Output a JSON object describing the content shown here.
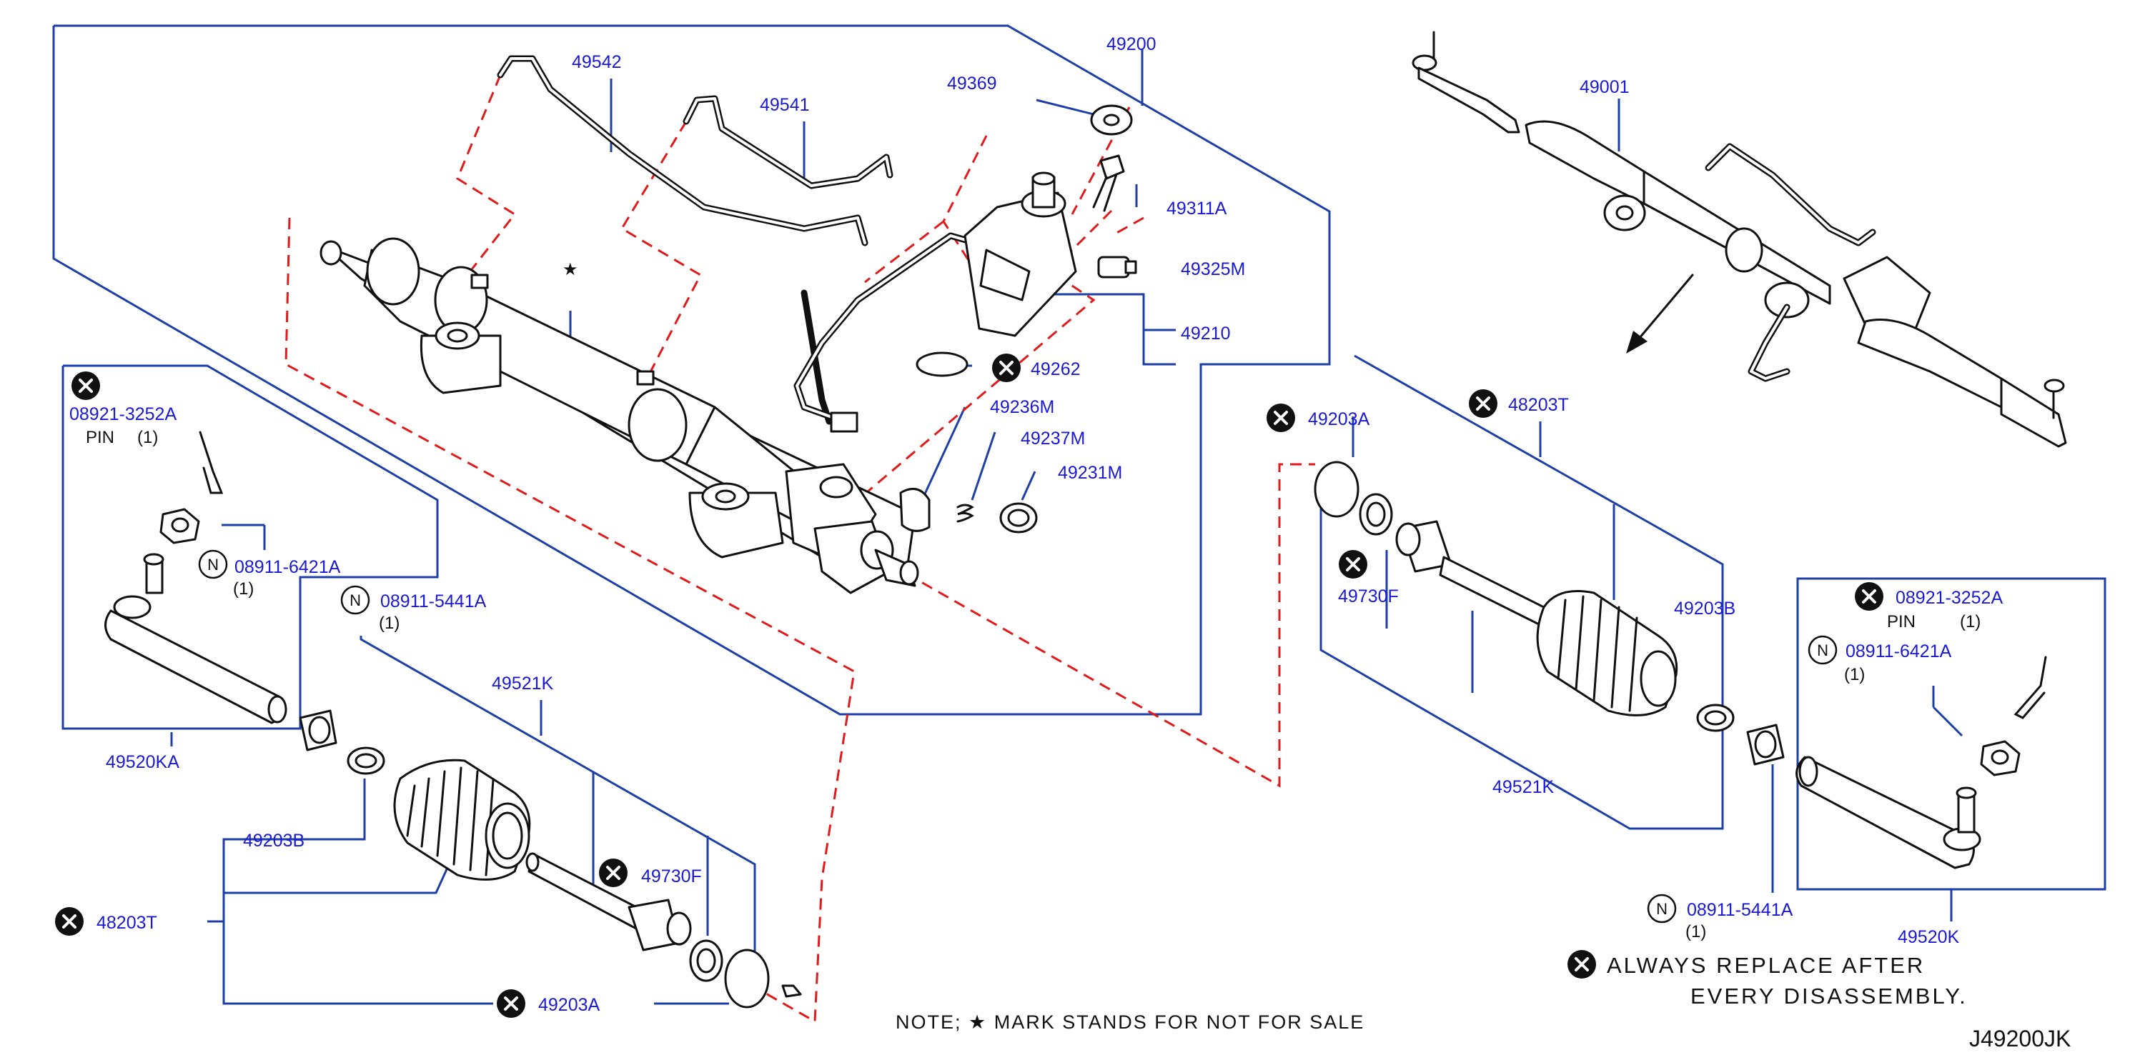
{
  "labels": {
    "p49542": "49542",
    "p49541": "49541",
    "p49369": "49369",
    "p49200": "49200",
    "p49311A": "49311A",
    "p49325M": "49325M",
    "p49210": "49210",
    "p49262": "49262",
    "p49236M": "49236M",
    "p49237M": "49237M",
    "p49231M": "49231M",
    "p49001": "49001",
    "star": "★",
    "l_08921": "08921-3252A",
    "l_pin": "PIN",
    "l_pin_qty": "(1)",
    "l_08911_64": "08911-6421A",
    "l_08911_64_qty": "(1)",
    "l_08911_54": "08911-5441A",
    "l_08911_54_qty": "(1)",
    "l_49520KA": "49520KA",
    "l_49521K": "49521K",
    "l_49203B": "49203B",
    "l_48203T": "48203T",
    "l_49730F": "49730F",
    "l_49203A": "49203A",
    "r_49203A": "49203A",
    "r_48203T": "48203T",
    "r_49730F": "49730F",
    "r_49203B": "49203B",
    "r_49521K": "49521K",
    "r_08921": "08921-3252A",
    "r_pin": "PIN",
    "r_pin_qty": "(1)",
    "r_08911_64": "08911-6421A",
    "r_08911_64_qty": "(1)",
    "r_08911_54": "08911-5441A",
    "r_08911_54_qty": "(1)",
    "r_49520K": "49520K",
    "n_symbol": "N"
  },
  "legend": {
    "always_line1": "ALWAYS   REPLACE   AFTER",
    "always_line2": "EVERY   DISASSEMBLY.",
    "note": "NOTE;   ★ MARK   STANDS   FOR   NOT   FOR   SALE",
    "diagram_code": "J49200JK"
  },
  "colors": {
    "callout_text": "#1a1ad6",
    "leader_line": "#1e3fa8",
    "dashed_line": "#e11b1b",
    "part_line": "#111111"
  }
}
